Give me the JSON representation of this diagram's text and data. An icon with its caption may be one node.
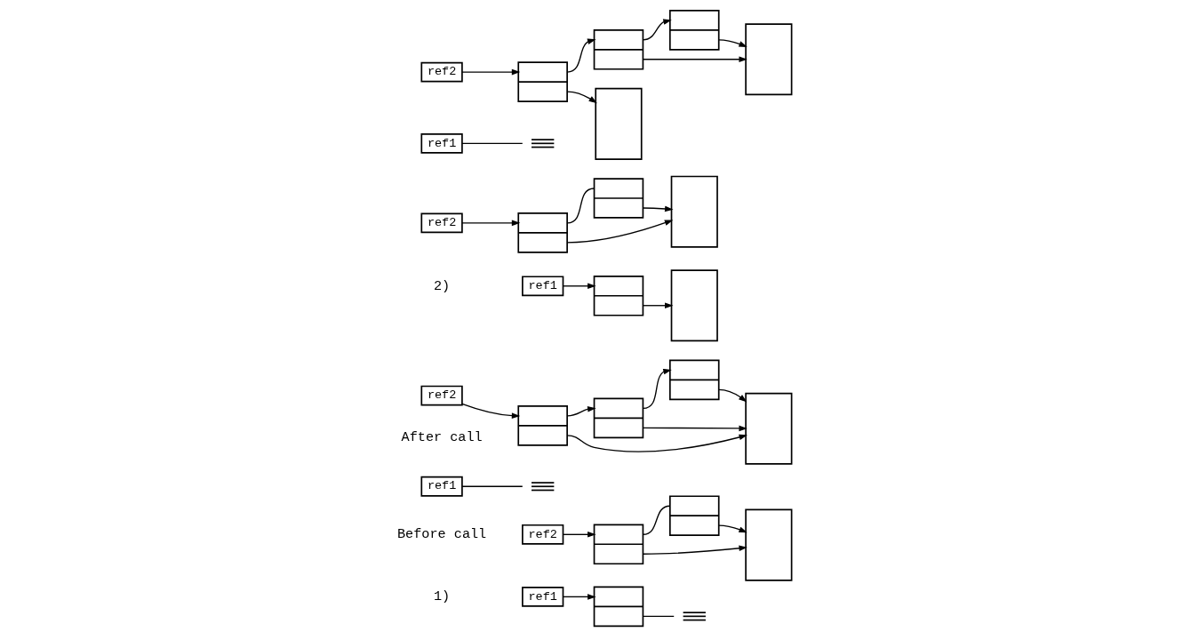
{
  "diagram": {
    "nodes": [
      {
        "text": [
          "ref1"
        ]
      },
      {
        "text": [],
        "shape": "box"
      },
      {
        "text": [],
        "shape": "ground"
      },
      {
        "text": [
          "ref2"
        ]
      },
      {
        "text": [],
        "shape": "box"
      },
      {
        "text": [],
        "shape": "box"
      },
      {
        "text": [],
        "shape": "box"
      },
      {
        "text": [
          "ref1"
        ]
      },
      {
        "text": [],
        "shape": "ground"
      },
      {
        "text": [],
        "shape": "box"
      },
      {
        "text": [
          "ref2"
        ]
      },
      {
        "text": [],
        "shape": "box"
      },
      {
        "text": [],
        "shape": "box"
      },
      {
        "text": [],
        "shape": "box"
      },
      {
        "text": [
          "ref1"
        ]
      },
      {
        "text": [],
        "shape": "box"
      },
      {
        "text": [],
        "shape": "box"
      },
      {
        "text": [
          "ref2"
        ]
      },
      {
        "text": [],
        "shape": "box"
      },
      {
        "text": [],
        "shape": "box"
      },
      {
        "text": [],
        "shape": "box"
      },
      {
        "text": [
          "ref1"
        ]
      },
      {
        "text": [],
        "shape": "ground"
      },
      {
        "text": [],
        "shape": "box"
      },
      {
        "text": [],
        "shape": "box"
      },
      {
        "text": [
          "ref2"
        ]
      },
      {
        "text": [],
        "shape": "box"
      },
      {
        "text": [],
        "shape": "box"
      },
      {
        "text": [],
        "shape": "box"
      }
    ],
    "edges": [
      {
        "from": 0,
        "to": 1,
        "arrow": "to"
      },
      {
        "from": 1,
        "to": 2,
        "arrow": "none"
      },
      {
        "from": 3,
        "to": 4,
        "arrow": "to"
      },
      {
        "from": 4,
        "to": 5,
        "arrow": "none"
      },
      {
        "from": 4,
        "to": 6,
        "arrow": "to"
      },
      {
        "from": 5,
        "to": 6,
        "arrow": "to"
      },
      {
        "from": 7,
        "to": 8,
        "arrow": "none"
      },
      {
        "from": 10,
        "to": 9,
        "arrow": "to"
      },
      {
        "from": 9,
        "to": 11,
        "arrow": "to"
      },
      {
        "from": 9,
        "to": 13,
        "arrow": "to"
      },
      {
        "from": 11,
        "to": 12,
        "arrow": "to"
      },
      {
        "from": 11,
        "to": 13,
        "arrow": "to"
      },
      {
        "from": 12,
        "to": 13,
        "arrow": "to"
      },
      {
        "from": 14,
        "to": 15,
        "arrow": "to"
      },
      {
        "from": 15,
        "to": 16,
        "arrow": "to"
      },
      {
        "from": 17,
        "to": 18,
        "arrow": "to"
      },
      {
        "from": 18,
        "to": 19,
        "arrow": "none"
      },
      {
        "from": 18,
        "to": 20,
        "arrow": "to"
      },
      {
        "from": 19,
        "to": 20,
        "arrow": "to"
      },
      {
        "from": 21,
        "to": 22,
        "arrow": "none"
      },
      {
        "from": 25,
        "to": 23,
        "arrow": "to"
      },
      {
        "from": 23,
        "to": 26,
        "arrow": "to"
      },
      {
        "from": 23,
        "to": 24,
        "arrow": "to"
      },
      {
        "from": 26,
        "to": 27,
        "arrow": "to"
      },
      {
        "from": 26,
        "to": 28,
        "arrow": "to"
      },
      {
        "from": 27,
        "to": 28,
        "arrow": "to"
      }
    ],
    "labels": [
      "1)",
      "Before call",
      "After call",
      "2)"
    ]
  }
}
